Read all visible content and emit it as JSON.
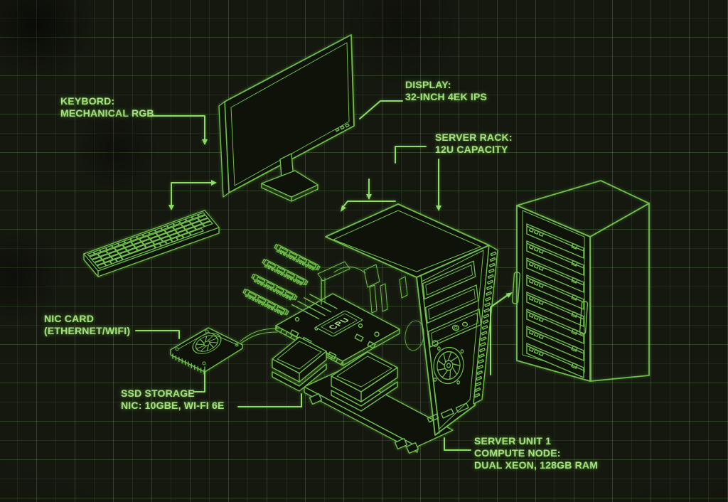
{
  "diagram_title": "workstation-and-server hardware blueprint",
  "colors": {
    "background": "#15180f",
    "dark_fill": "#0e1208",
    "line": "#6fbf4a",
    "callout": "#8edd66",
    "text": "#a5e07f",
    "grid_minor": "rgba(150,180,140,0.10)",
    "grid_major": "rgba(100,200,80,0.17)"
  },
  "labels": {
    "keyboard": {
      "line1": "KEYBORD:",
      "line2": "MECHANICAL RGB"
    },
    "display": {
      "line1": "DISPLAY:",
      "line2": "32-INCH 4EK IPS"
    },
    "server_rack": {
      "line1": "SERVER RACK:",
      "line2": "12U CAPACITY"
    },
    "nic_card": {
      "line1": "NIC CARD",
      "line2": "(ETHERNET/WIFI)"
    },
    "ssd": {
      "line1": "SSD STORAGE",
      "line2": "NIC: 10GBE, WI-FI 6E"
    },
    "server_unit": {
      "line1": "SERVER UNIT 1",
      "line2": "COMPUTE NODE:",
      "line3": "DUAL XEON, 128GB RAM"
    },
    "cpu_chip": "CPU"
  }
}
